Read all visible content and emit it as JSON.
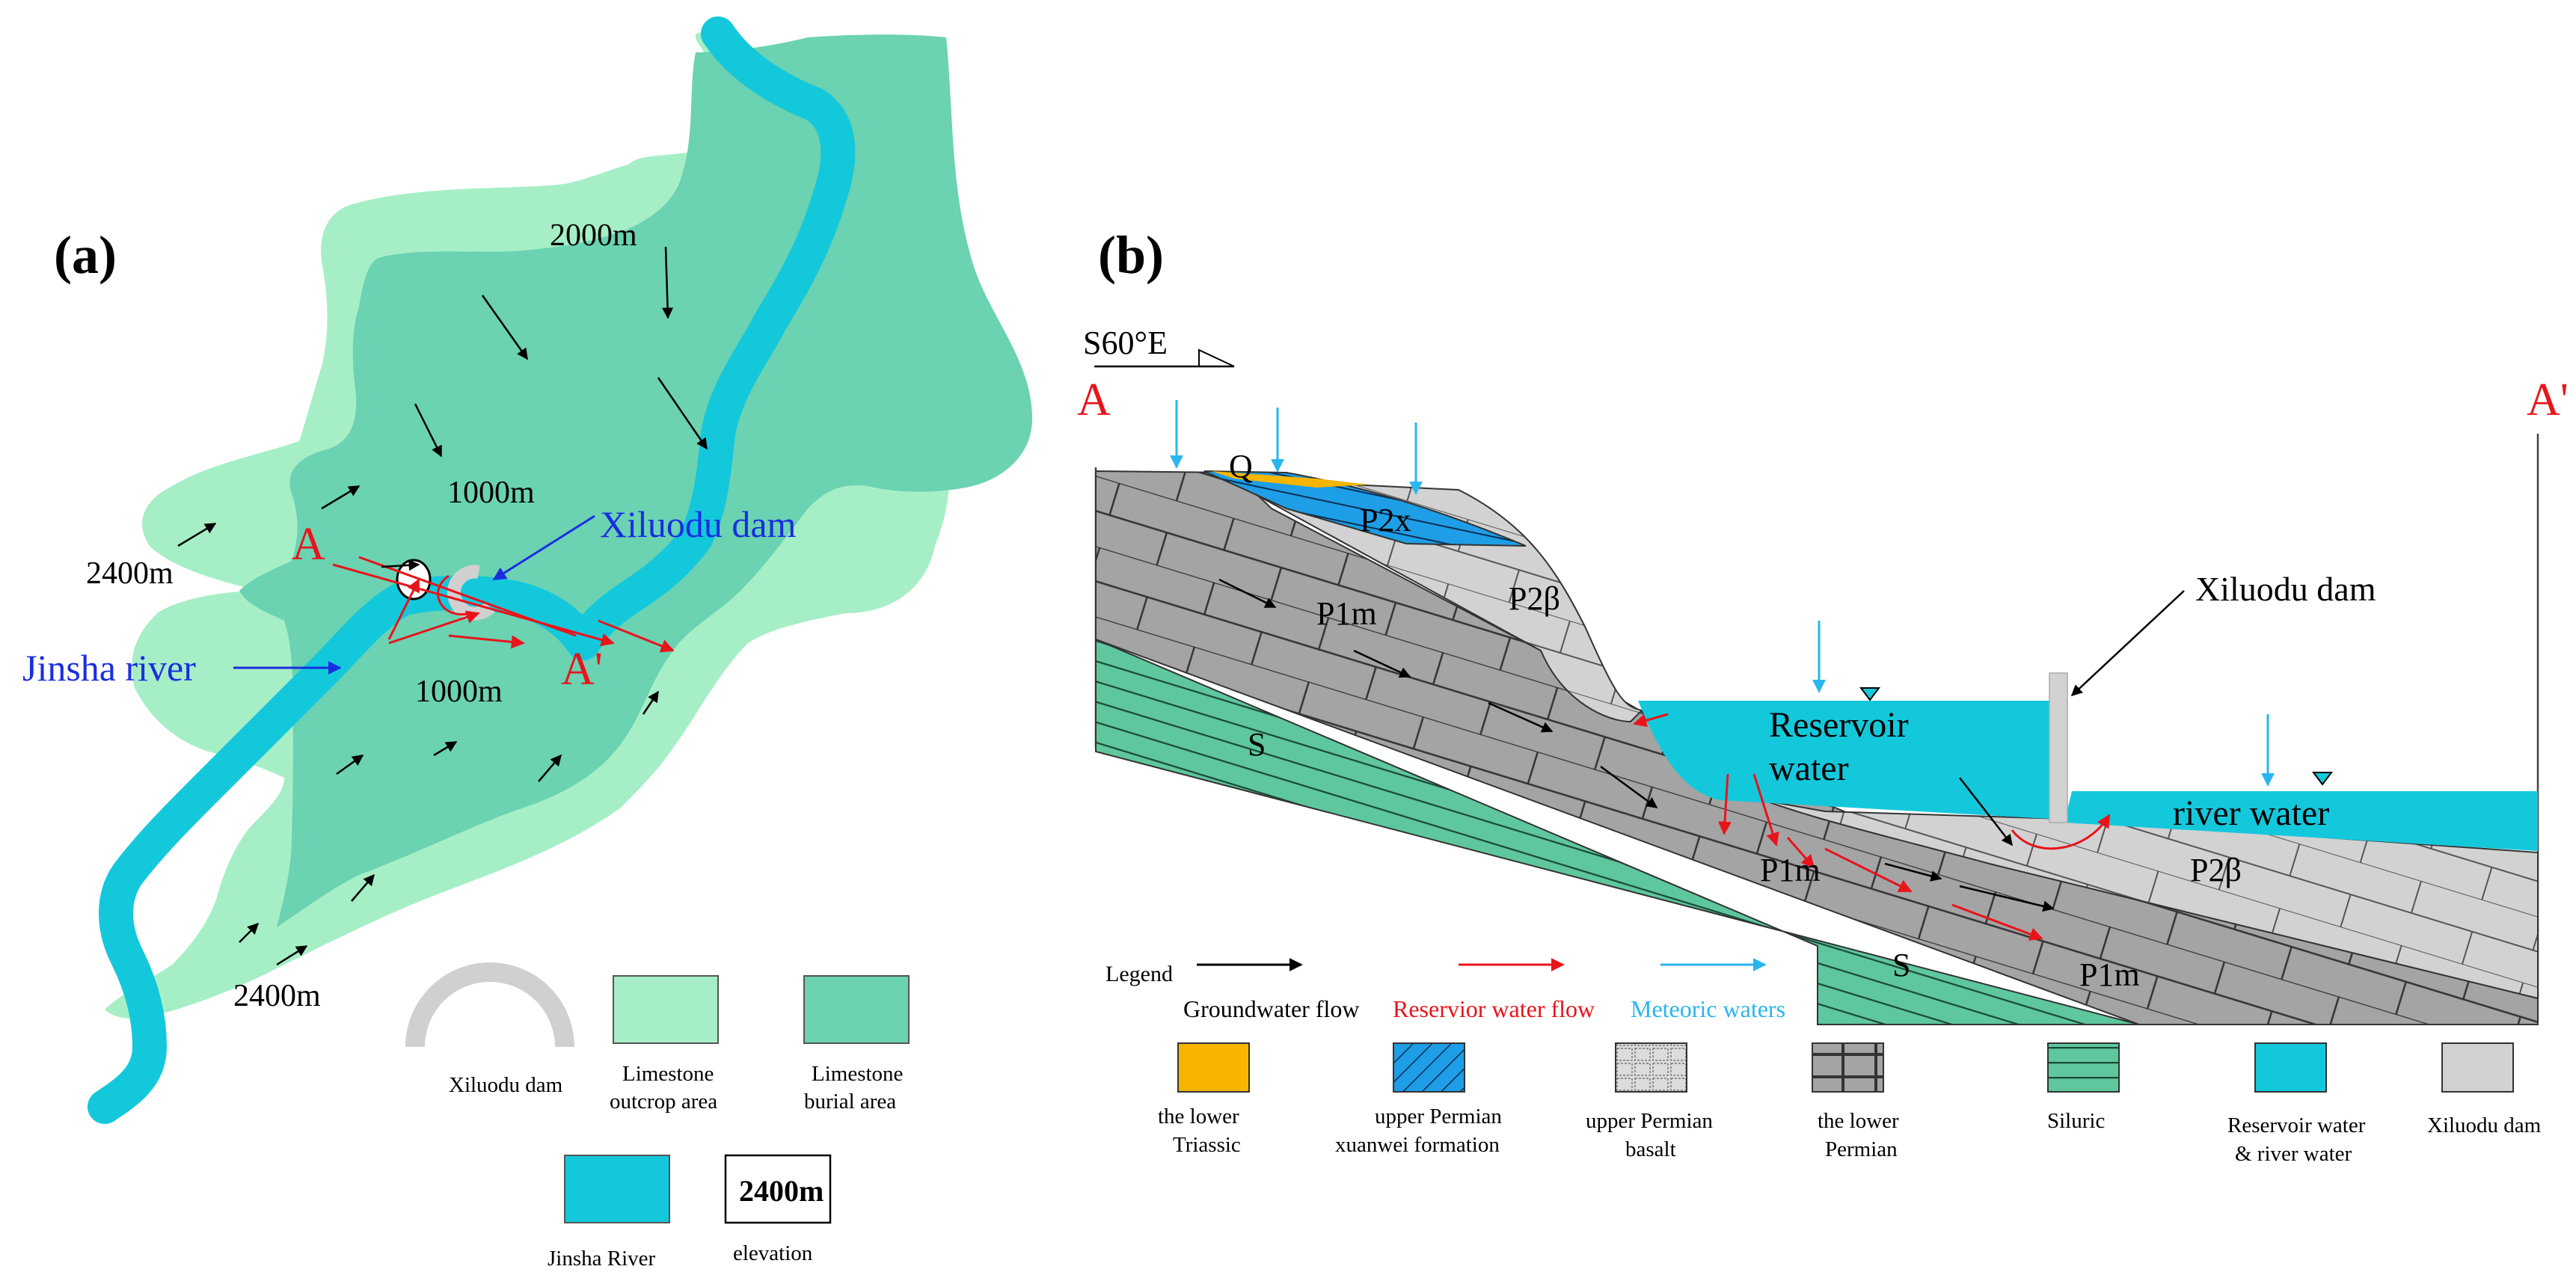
{
  "panel_a": {
    "label": "(a)",
    "elevations": [
      "2000m",
      "1000m",
      "2400m",
      "1000m",
      "2400m"
    ],
    "section_start": "A",
    "section_end": "A'",
    "dam_label": "Xiluodu dam",
    "river_label": "Jinsha river",
    "legend": {
      "dam": "Xiluodu dam",
      "outcrop_line1": "Limestone",
      "outcrop_line2": "outcrop area",
      "burial_line1": "Limestone",
      "burial_line2": "burial area",
      "river": "Jinsha River",
      "elevation_sample": "2400m",
      "elevation": "elevation"
    }
  },
  "panel_b": {
    "label": "(b)",
    "orientation": "S60°E",
    "section_start": "A",
    "section_end": "A'",
    "units": {
      "q": "Q",
      "p2x": "P2x",
      "p1m_upper": "P1m",
      "p2b_left": "P2β",
      "s_upper": "S",
      "p1m_mid": "P1m",
      "p2b_right": "P2β",
      "p1m_lower": "P1m",
      "s_lower": "S"
    },
    "reservoir_line1": "Reservoir",
    "reservoir_line2": "water",
    "river_water": "river water",
    "dam_label": "Xiluodu dam",
    "flow_legend": {
      "title": "Legend",
      "groundwater": "Groundwater flow",
      "reservoir": "Reservior  water flow",
      "meteoric": "Meteoric waters"
    },
    "lith_legend": {
      "triassic_1": "the lower",
      "triassic_2": "Triassic",
      "xuanwei_1": "upper Permian",
      "xuanwei_2": "xuanwei formation",
      "basalt_1": "upper Permian",
      "basalt_2": "basalt",
      "lower_permian_1": "the lower",
      "lower_permian_2": "Permian",
      "siluric": "Siluric",
      "water_1": "Reservoir water",
      "water_2": "& river water",
      "dam": "Xiluodu dam"
    }
  },
  "colors": {
    "outcrop": "#a6efc6",
    "burial": "#6bd2b2",
    "river": "#14c8dc",
    "siluric": "#5ec79e",
    "lower_permian": "#a4a4a4",
    "basalt": "#d2d2d2",
    "xuanwei": "#1e9ee6",
    "triassic": "#f7b500",
    "reservoir_flow": "#e8141a",
    "meteoric": "#29b6f0",
    "label_blue": "#1a2ee0"
  }
}
